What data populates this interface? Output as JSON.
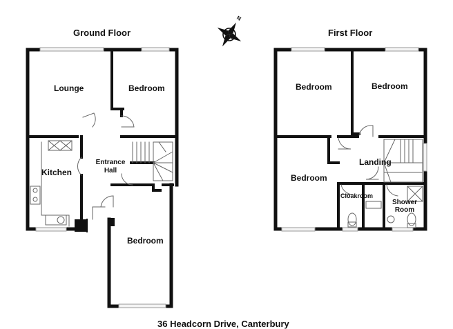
{
  "floors": {
    "ground": {
      "title": "Ground Floor",
      "rooms": {
        "lounge": "Lounge",
        "bedroom_front": "Bedroom",
        "kitchen": "Kitchen",
        "entrance_hall": "Entrance Hall",
        "bedroom_rear": "Bedroom"
      }
    },
    "first": {
      "title": "First Floor",
      "rooms": {
        "bedroom_left": "Bedroom",
        "bedroom_right": "Bedroom",
        "bedroom_lower": "Bedroom",
        "landing": "Landing",
        "cloakroom": "Cloakroom",
        "shower_room": "Shower Room"
      }
    }
  },
  "compass": {
    "north_label": "N"
  },
  "address": "36 Headcorn Drive, Canterbury",
  "colors": {
    "wall": "#111111",
    "line": "#555555",
    "window": "#c9c9c9"
  }
}
